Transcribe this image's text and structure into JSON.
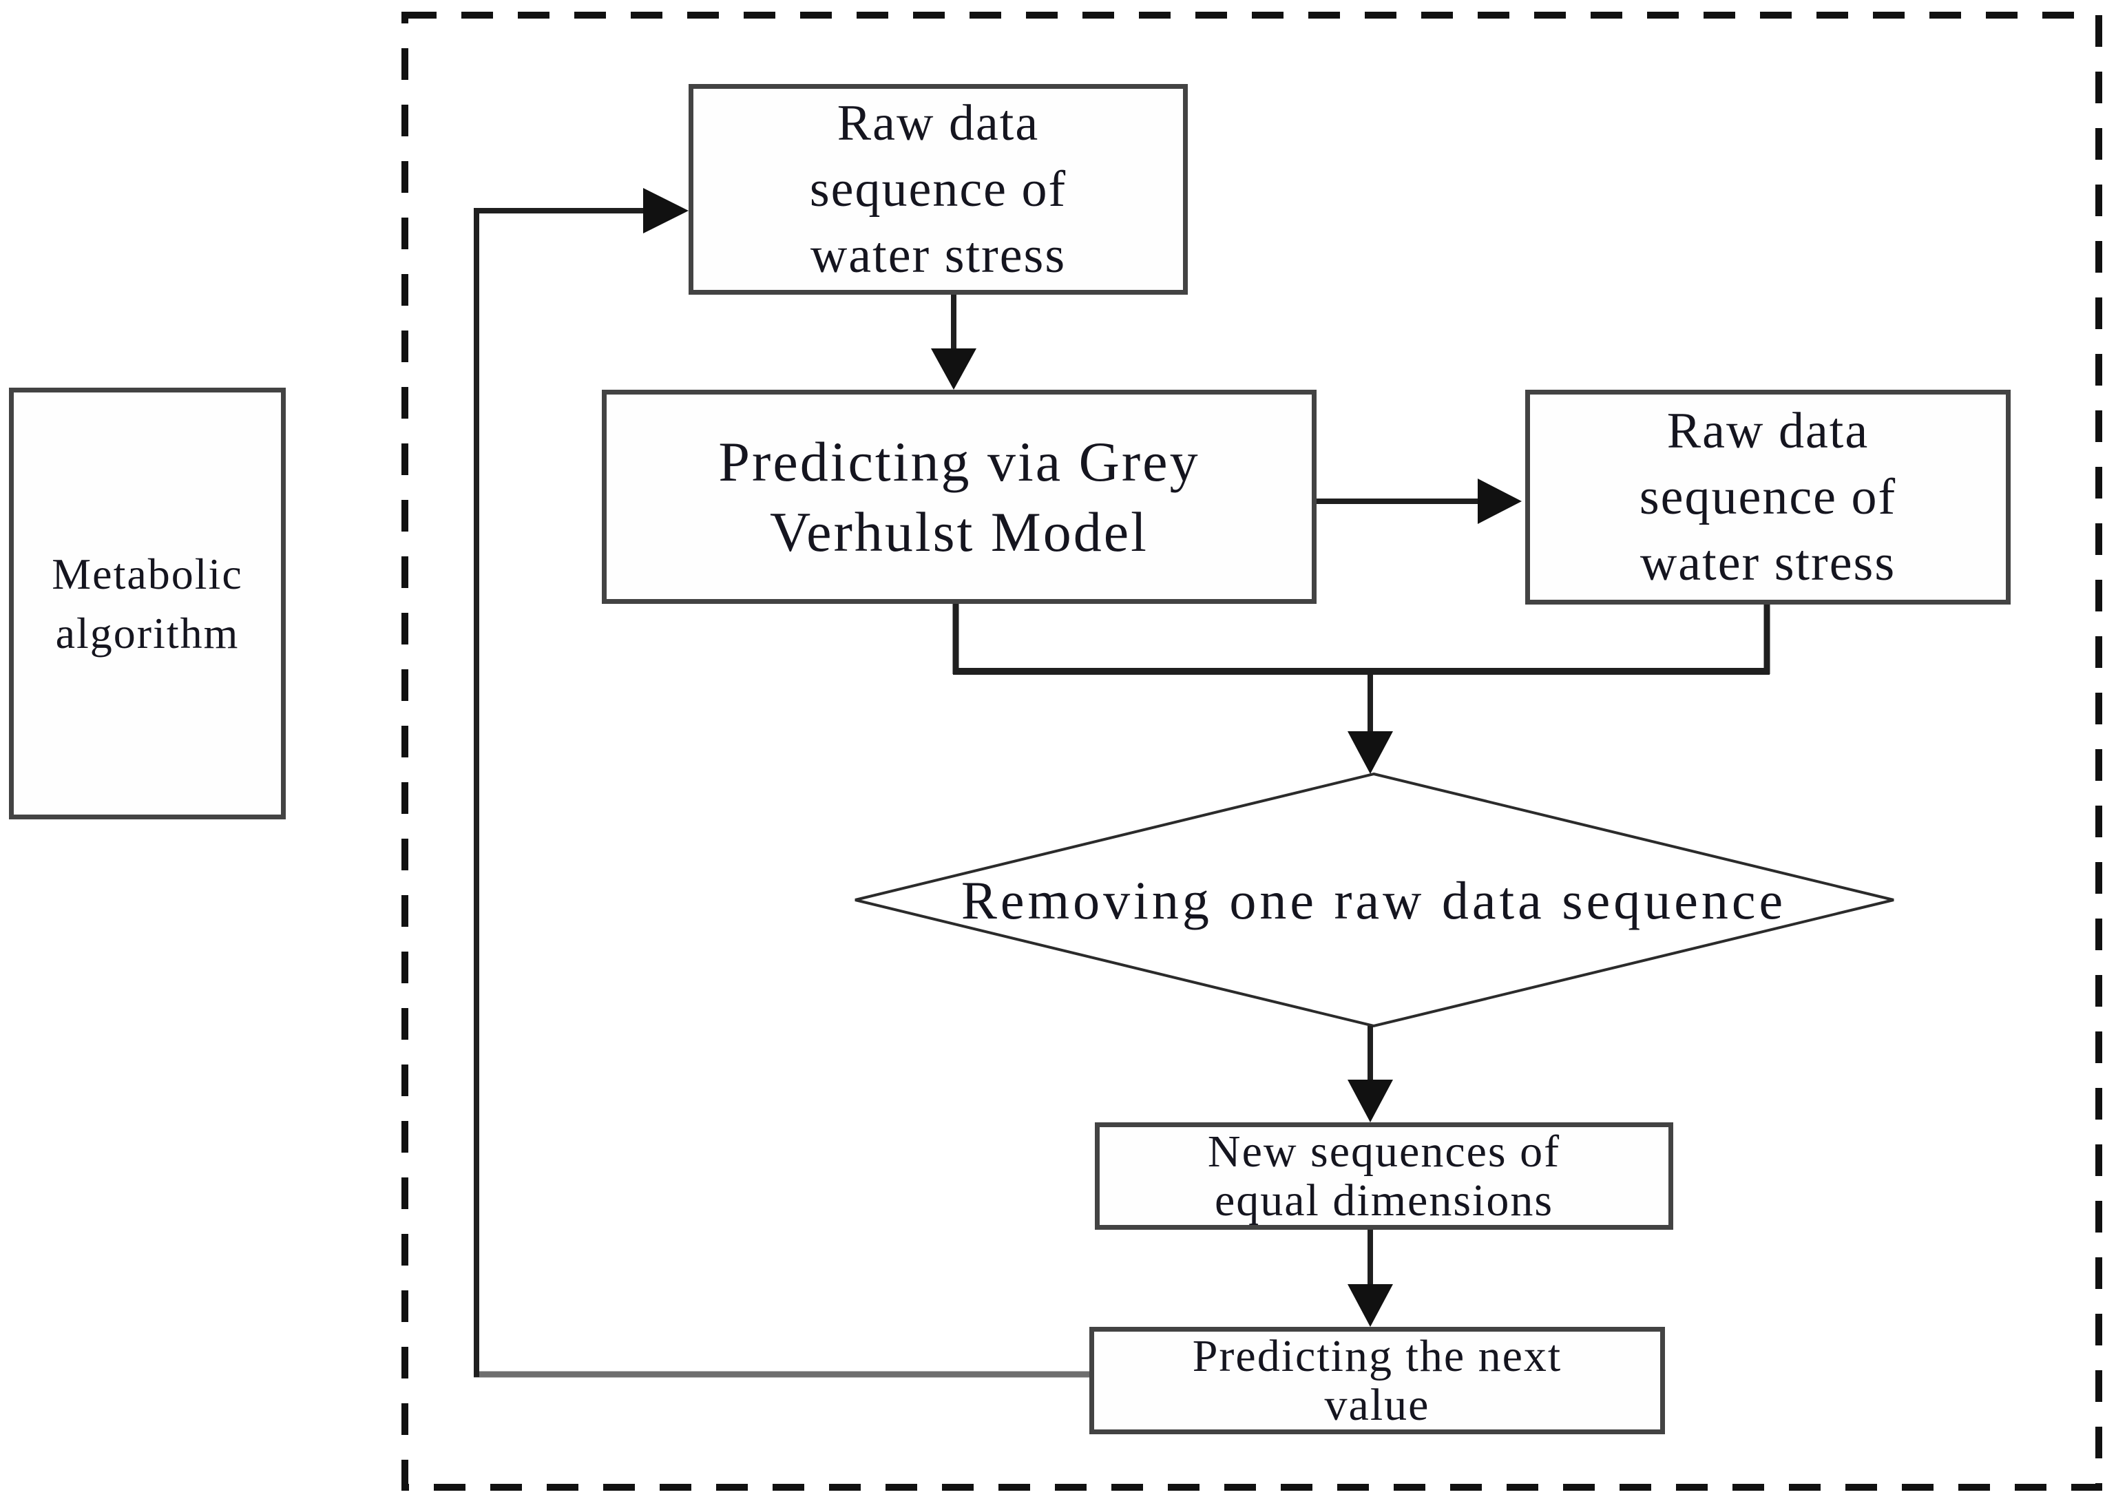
{
  "figure": {
    "type": "flowchart",
    "background": "#ffffff"
  },
  "colors": {
    "connector": "#1f1f1f",
    "connector_muted": "#6e6e6e",
    "box_border": "#434343",
    "dashed_border": "#111111",
    "text": "#15151f"
  },
  "nodes": {
    "metabolic": {
      "label": "Metabolic algorithm",
      "lines": [
        "Metabolic",
        "algorithm"
      ]
    },
    "raw_top": {
      "label": "Raw data sequence of water stress",
      "lines": [
        "Raw data",
        "sequence of",
        "water stress"
      ]
    },
    "verhulst": {
      "label": "Predicting via Grey Verhulst Model",
      "lines": [
        "Predicting via Grey",
        "Verhulst Model"
      ]
    },
    "raw_right": {
      "label": "Raw data sequence of water stress",
      "lines": [
        "Raw data",
        "sequence of",
        "water stress"
      ]
    },
    "decision": {
      "label": "Removing one raw data sequence",
      "lines": [
        "Removing one raw data sequence"
      ]
    },
    "new_sequences": {
      "label": "New sequences of equal dimensions",
      "lines": [
        "New sequences of",
        "equal dimensions"
      ]
    },
    "predict_next": {
      "label": "Predicting the next value",
      "lines": [
        "Predicting the next",
        "value"
      ]
    }
  }
}
